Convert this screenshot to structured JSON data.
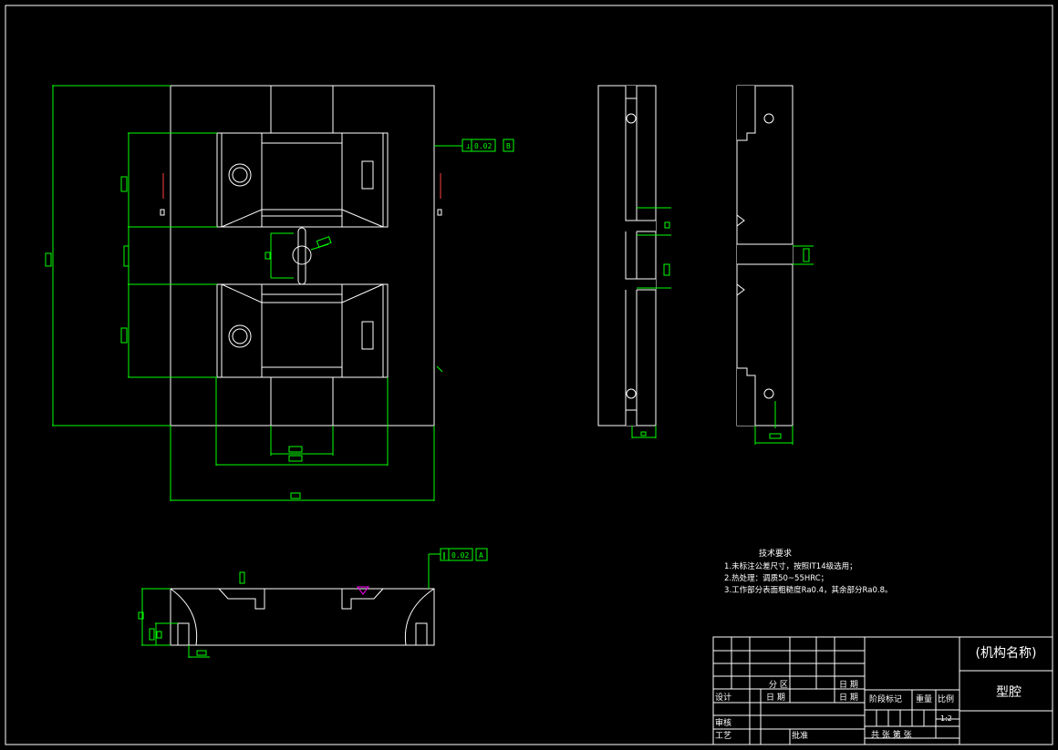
{
  "tolerance_top": {
    "value": "0.02",
    "datum": "B"
  },
  "tolerance_bottom": {
    "value": "0.02",
    "datum": "A"
  },
  "tech_requirements": {
    "title": "技术要求",
    "items": [
      "1.未标注公差尺寸，按照IT14级选用；",
      "2.热处理：调质50~55HRC；",
      "3.工作部分表面粗糙度Ra0.4，其余部分Ra0.8。"
    ]
  },
  "title_block": {
    "mechanism_name": "(机构名称)",
    "part_name": "型腔",
    "zone": "分  区",
    "date": "日  期",
    "design": "设计",
    "date2": "日  期",
    "stage_mark": "阶段标记",
    "weight": "重量",
    "scale_label": "比例",
    "scale_value": "1:2",
    "review": "审核",
    "process": "工艺",
    "approve": "批准",
    "total_sheets": "共     张   第     张"
  },
  "colors": {
    "outline": "#ffffff",
    "dimension": "#00ff00",
    "center": "#ff4040",
    "marker": "#ff00ff"
  }
}
